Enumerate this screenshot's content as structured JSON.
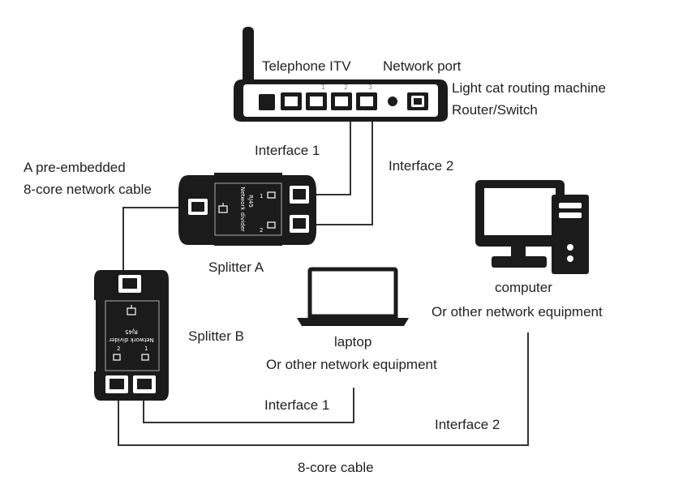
{
  "router": {
    "telephone_itv": "Telephone ITV",
    "network_port": "Network port",
    "name_line1": "Light cat routing machine",
    "name_line2": "Router/Switch",
    "port_numbers": [
      "1",
      "2",
      "3"
    ]
  },
  "cables": {
    "pre_embedded_line1": "A pre-embedded",
    "pre_embedded_line2": "8-core network cable",
    "top_interface_1": "Interface 1",
    "top_interface_2": "Interface 2",
    "bottom_interface_1": "Interface 1",
    "bottom_interface_2": "Interface 2",
    "eight_core": "8-core cable"
  },
  "splitter_a": {
    "label": "Splitter A",
    "device_text_line1": "RJ45",
    "device_text_line2": "Network divider",
    "port_1": "1",
    "port_2": "2"
  },
  "splitter_b": {
    "label": "Splitter B",
    "device_text_line1": "RJ45",
    "device_text_line2": "Network divider",
    "port_1": "1",
    "port_2": "2"
  },
  "laptop": {
    "label": "laptop",
    "sub": "Or other network equipment"
  },
  "computer": {
    "label": "computer",
    "sub": "Or other network equipment"
  },
  "colors": {
    "device": "#1b1b1b",
    "line": "#333333",
    "background": "#ffffff"
  },
  "icons": [
    "antenna-icon",
    "ethernet-port-icon",
    "power-port-icon",
    "monitor-icon",
    "tower-icon",
    "laptop-icon",
    "network-icon"
  ]
}
